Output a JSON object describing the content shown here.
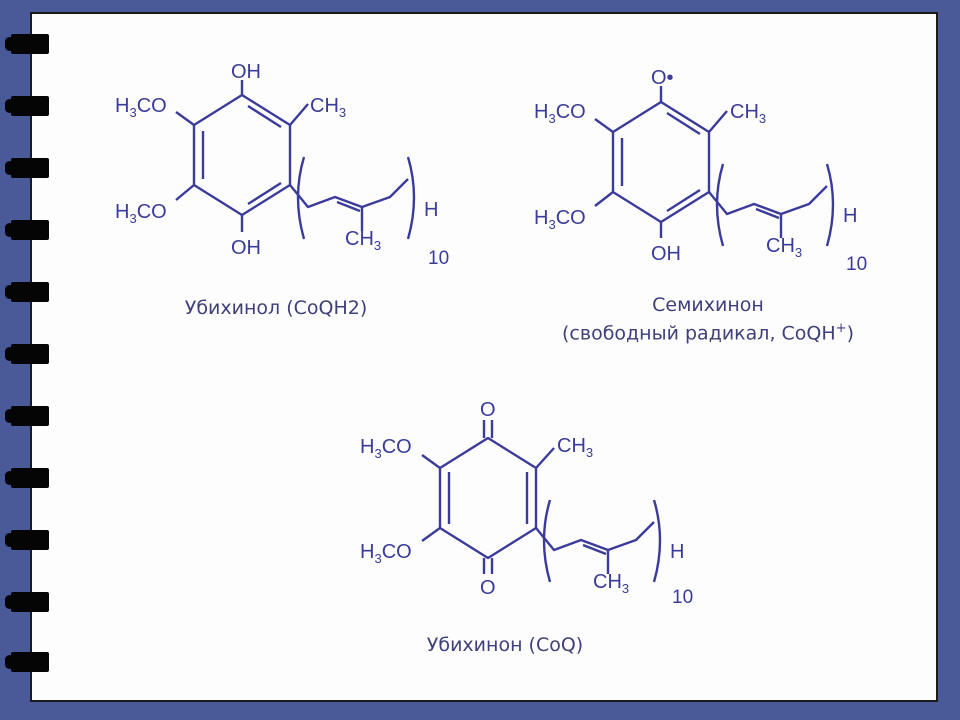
{
  "structures": {
    "ubiquinol": {
      "top_group": "OH",
      "bottom_group": "OH",
      "methoxy_top": "H3CO",
      "methoxy_bottom": "H3CO",
      "methyl": "CH3",
      "chain_methyl": "CH3",
      "chain_end": "H",
      "repeat_count": "10",
      "caption": "Убихинол (CoQH2)"
    },
    "semiquinone": {
      "top_group": "O•",
      "bottom_group": "OH",
      "methoxy_top": "H3CO",
      "methoxy_bottom": "H3CO",
      "methyl": "CH3",
      "chain_methyl": "CH3",
      "chain_end": "H",
      "repeat_count": "10",
      "caption_line1": "Семихинон",
      "caption_line2": "(свободный радикал, CoQH+)"
    },
    "ubiquinone": {
      "top_group": "O",
      "bottom_group": "O",
      "methoxy_top": "H3CO",
      "methoxy_bottom": "H3CO",
      "methyl": "CH3",
      "chain_methyl": "CH3",
      "chain_end": "H",
      "repeat_count": "10",
      "caption": "Убихинон (CoQ)"
    }
  },
  "colors": {
    "background": "#4a5a98",
    "page": "#fdfdfd",
    "structure": "#3a3b9a",
    "caption": "#3f3f7a"
  }
}
